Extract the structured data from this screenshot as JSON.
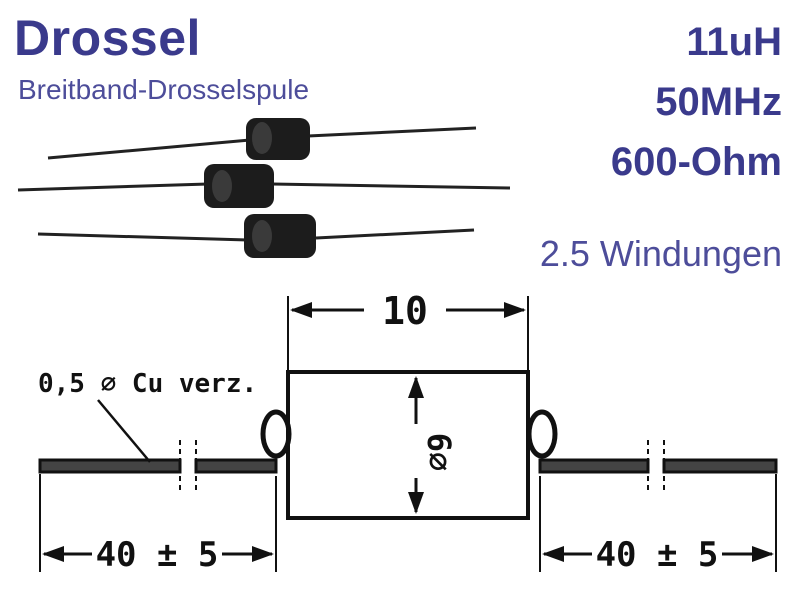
{
  "header": {
    "title": "Drossel",
    "subtitle": "Breitband-Drosselspule"
  },
  "specs": {
    "inductance": "11uH",
    "frequency": "50MHz",
    "impedance": "600-Ohm",
    "windings": "2.5 Windungen"
  },
  "drawing": {
    "wire_label": "0,5 ⌀ Cu verz.",
    "body_length": "10",
    "body_diameter": "6⌀",
    "lead_left": "40 ± 5",
    "lead_right": "40 ± 5"
  }
}
